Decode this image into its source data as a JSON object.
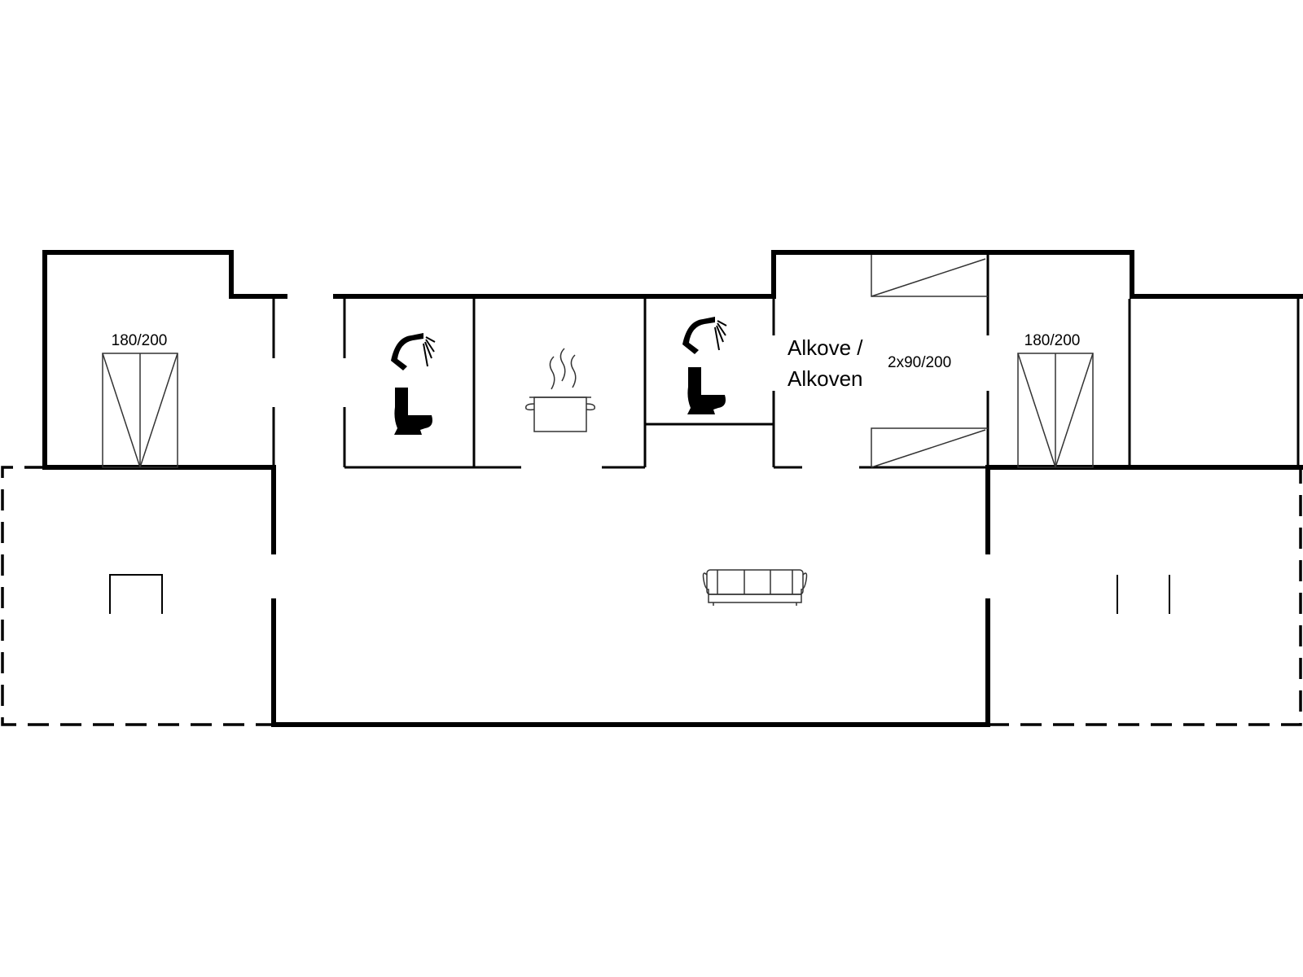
{
  "labels": {
    "bed_left": "180/200",
    "bed_right": "180/200",
    "alcove_line1": "Alkove /",
    "alcove_line2": "Alkoven",
    "alcove_beds": "2x90/200"
  },
  "icons": {
    "shower_1": "shower-icon",
    "toilet_1": "toilet-icon",
    "kitchen": "cooking-pot-icon",
    "shower_2": "shower-icon",
    "toilet_2": "toilet-icon",
    "sofa": "sofa-icon"
  },
  "colors": {
    "wall": "#000000",
    "background": "#ffffff"
  }
}
